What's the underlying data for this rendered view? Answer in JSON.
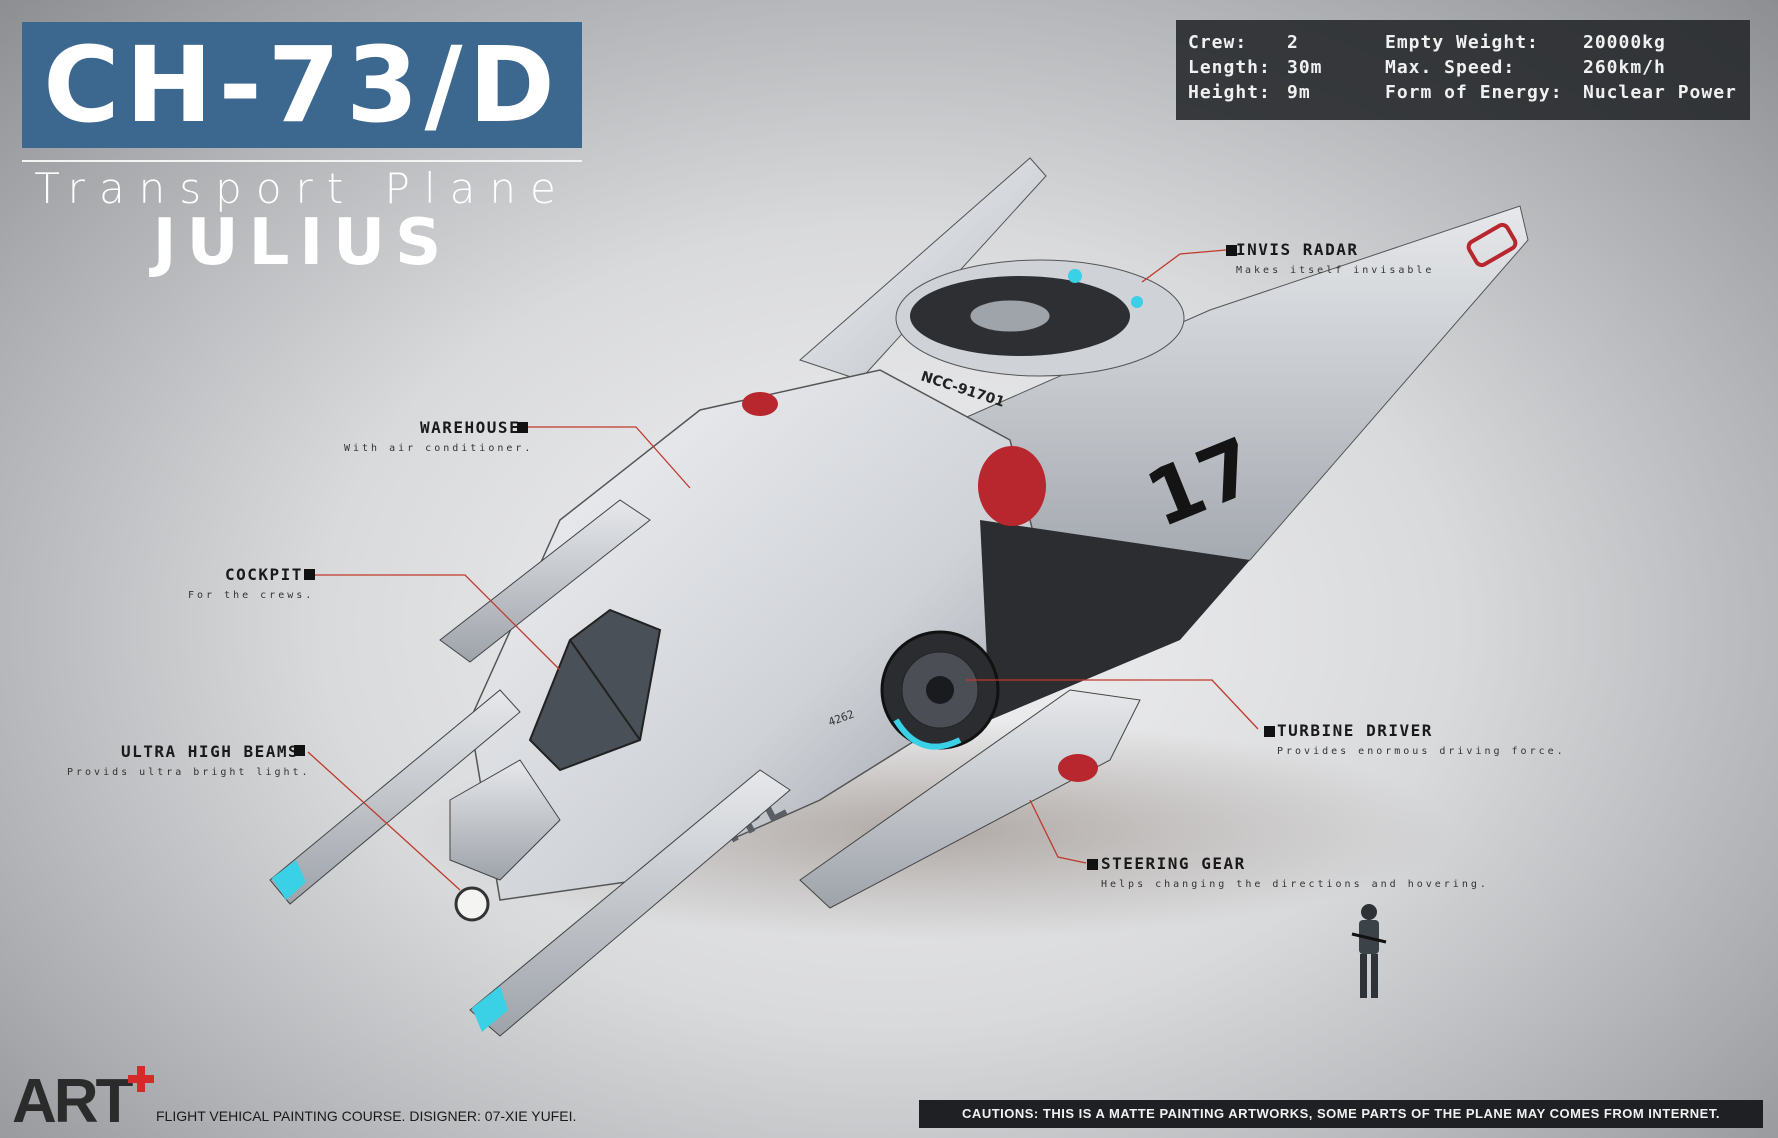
{
  "title": {
    "model": "CH-73/D",
    "type": "Transport Plane",
    "name": "JULIUS"
  },
  "specs": {
    "crew_label": "Crew:",
    "crew_value": "2",
    "length_label": "Length:",
    "length_value": "30m",
    "height_label": "Height:",
    "height_value": "9m",
    "weight_label": "Empty Weight:",
    "weight_value": "20000kg",
    "speed_label": "Max. Speed:",
    "speed_value": "260km/h",
    "energy_label": "Form of Energy:",
    "energy_value": "Nuclear Power"
  },
  "callouts": {
    "invis_radar": {
      "label": "INVIS RADAR",
      "desc": "Makes itself invisable"
    },
    "warehouse": {
      "label": "WAREHOUSE",
      "desc": "With air conditioner."
    },
    "cockpit": {
      "label": "COCKPIT",
      "desc": "For the crews."
    },
    "ultra_high_beams": {
      "label": "ULTRA HIGH BEAMS",
      "desc": "Provids ultra bright light."
    },
    "turbine_driver": {
      "label": "TURBINE DRIVER",
      "desc": "Provides enormous driving force."
    },
    "steering_gear": {
      "label": "STEERING GEAR",
      "desc": "Helps changing the directions and hovering."
    }
  },
  "hull_markings": {
    "number": "17",
    "registry": "NCC-91701",
    "police": "NYPL",
    "code": "4262"
  },
  "footer": {
    "logo": "ART",
    "credit": "FLIGHT VEHICAL PAINTING COURSE.  DISIGNER: 07-XIE YUFEI.",
    "caution": "CAUTIONS: THIS IS A MATTE PAINTING ARTWORKS, SOME PARTS OF THE PLANE MAY COMES FROM INTERNET."
  },
  "colors": {
    "title_bg": "#3c6890",
    "leader_line": "#c0392b",
    "hull": "#d6d8dc",
    "accent_red": "#b8262e",
    "glow": "#3ad0e6"
  }
}
